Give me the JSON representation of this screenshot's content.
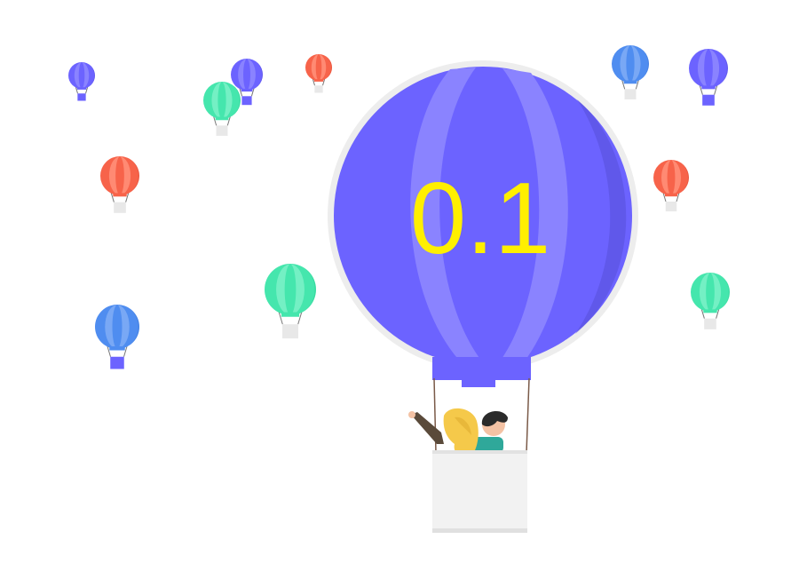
{
  "version_label": "0.1",
  "colors": {
    "main_balloon": "#6c63ff",
    "main_balloon_light": "#8a83ff",
    "main_balloon_dark": "#5850d8",
    "halo": "#ededed",
    "version_text": "#ffef00",
    "basket": "#f2f2f2",
    "purple": "#6c63ff",
    "blue": "#4f8df0",
    "red": "#f7634a",
    "green": "#45e6ad"
  },
  "balloons": [
    {
      "name": "balloon-purple-1",
      "color": "purple",
      "basket": "purple"
    },
    {
      "name": "balloon-green-1",
      "color": "green",
      "basket": "gray"
    },
    {
      "name": "balloon-purple-2",
      "color": "purple",
      "basket": "purple"
    },
    {
      "name": "balloon-red-1",
      "color": "red",
      "basket": "gray"
    },
    {
      "name": "balloon-red-2",
      "color": "red",
      "basket": "gray"
    },
    {
      "name": "balloon-green-2",
      "color": "green",
      "basket": "gray"
    },
    {
      "name": "balloon-blue-1",
      "color": "blue",
      "basket": "purple"
    },
    {
      "name": "balloon-blue-2",
      "color": "blue",
      "basket": "gray"
    },
    {
      "name": "balloon-purple-3",
      "color": "purple",
      "basket": "purple"
    },
    {
      "name": "balloon-red-3",
      "color": "red",
      "basket": "gray"
    },
    {
      "name": "balloon-green-3",
      "color": "green",
      "basket": "gray"
    }
  ]
}
